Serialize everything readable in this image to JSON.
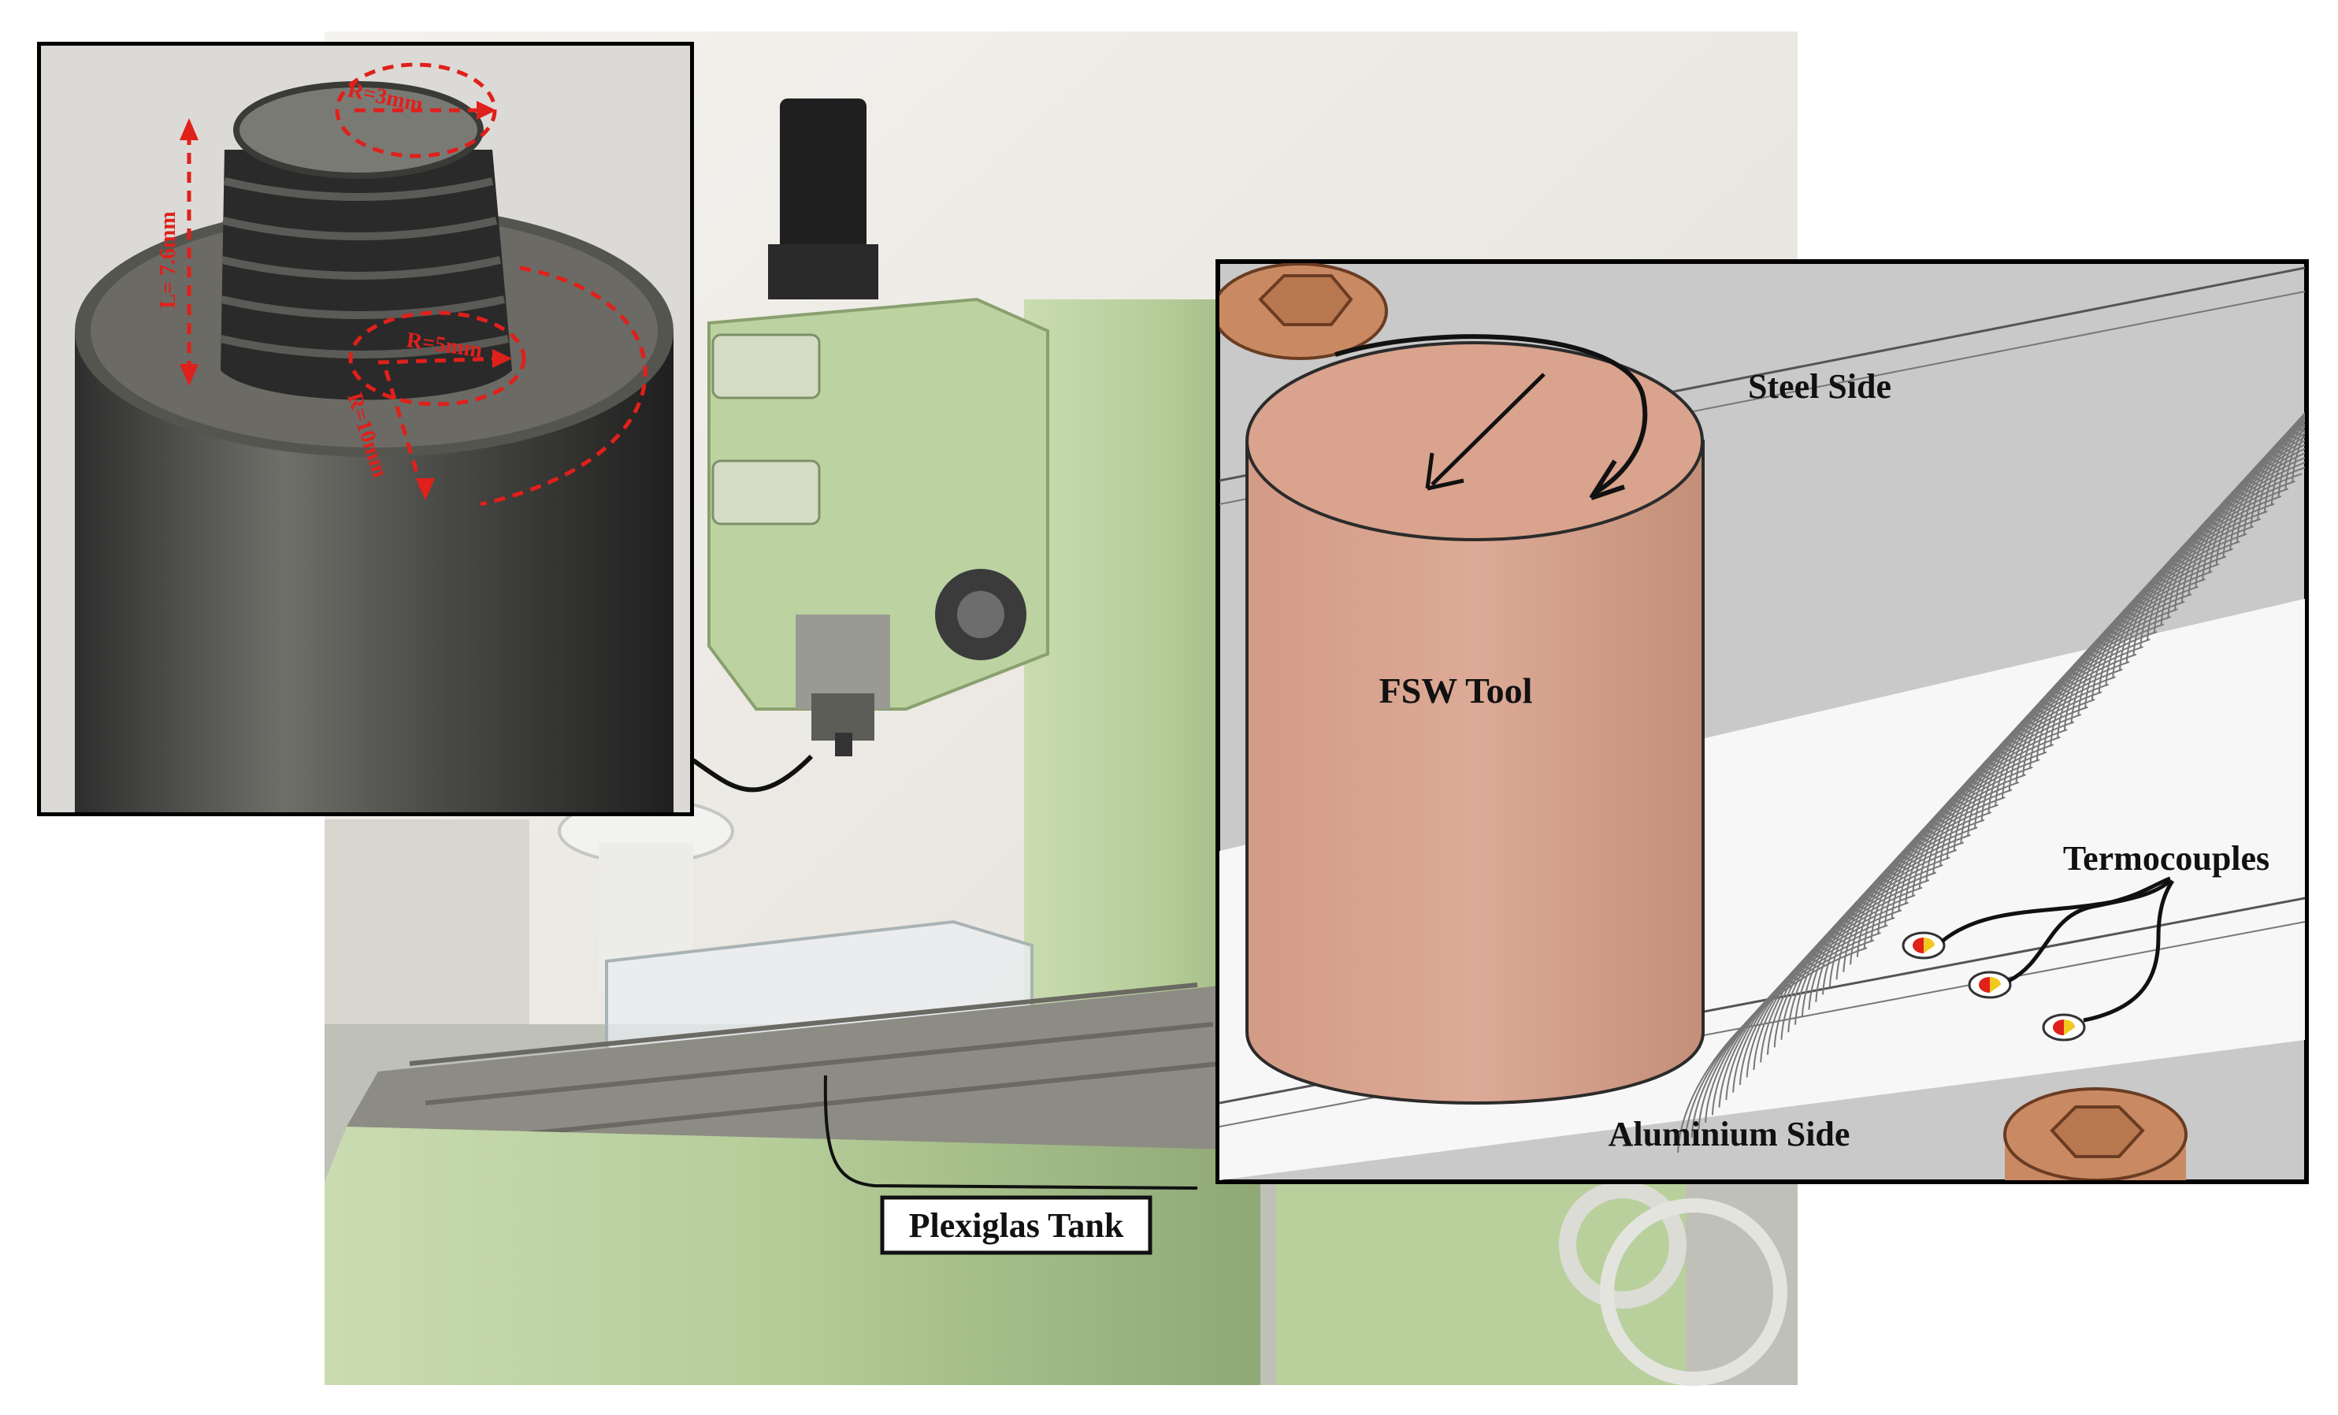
{
  "inset_tool_photo": {
    "labels": {
      "pin_length": "L= 7.6mm",
      "pin_tip_radius": "R=3mm",
      "pin_root_radius": "R=5mm",
      "shoulder_radius": "R=10mm"
    }
  },
  "machine_photo": {
    "callout_label": "Plexiglas Tank"
  },
  "schematic": {
    "labels": {
      "steel_side": "Steel Side",
      "tool": "FSW Tool",
      "aluminium_side": "Aluminium Side",
      "thermocouples": "Termocouples"
    },
    "colors": {
      "tool_fill": "#d9a38d",
      "background": "#c9c9c9",
      "plate_white": "#f7f7f7",
      "clamp": "#c98a63"
    }
  }
}
